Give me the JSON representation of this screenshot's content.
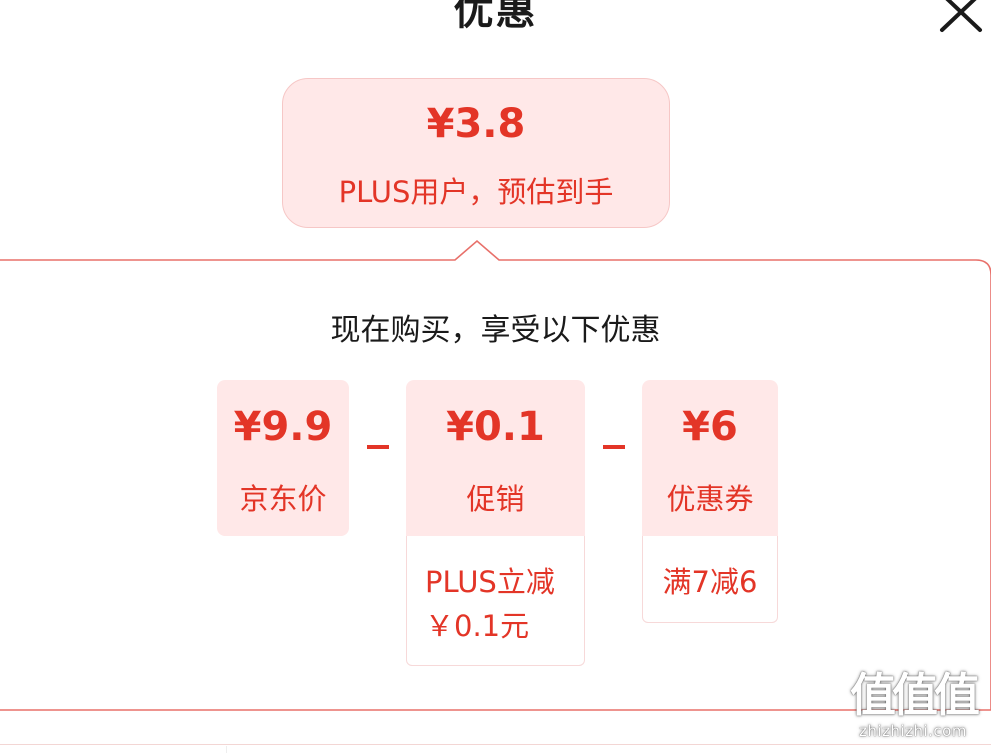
{
  "header": {
    "title": "优惠",
    "close_icon": "close-icon"
  },
  "estimate": {
    "price": "¥3.8",
    "label": "PLUS用户，预估到手"
  },
  "panel": {
    "title": "现在购买，享受以下优惠",
    "items": [
      {
        "amount": "¥9.9",
        "label": "京东价"
      },
      {
        "amount": "¥0.1",
        "label": "促销",
        "detail_line1": "PLUS立减",
        "detail_line2": "￥0.1元"
      },
      {
        "amount": "¥6",
        "label": "优惠券",
        "detail_line1": "满7减6"
      }
    ],
    "operator_icon": "minus-icon"
  },
  "watermark": {
    "big": "值值值",
    "small": "zhizhizhi.com"
  },
  "colors": {
    "accent": "#e33527",
    "card_bg": "#ffe8e8",
    "panel_border": "#e8706a"
  }
}
